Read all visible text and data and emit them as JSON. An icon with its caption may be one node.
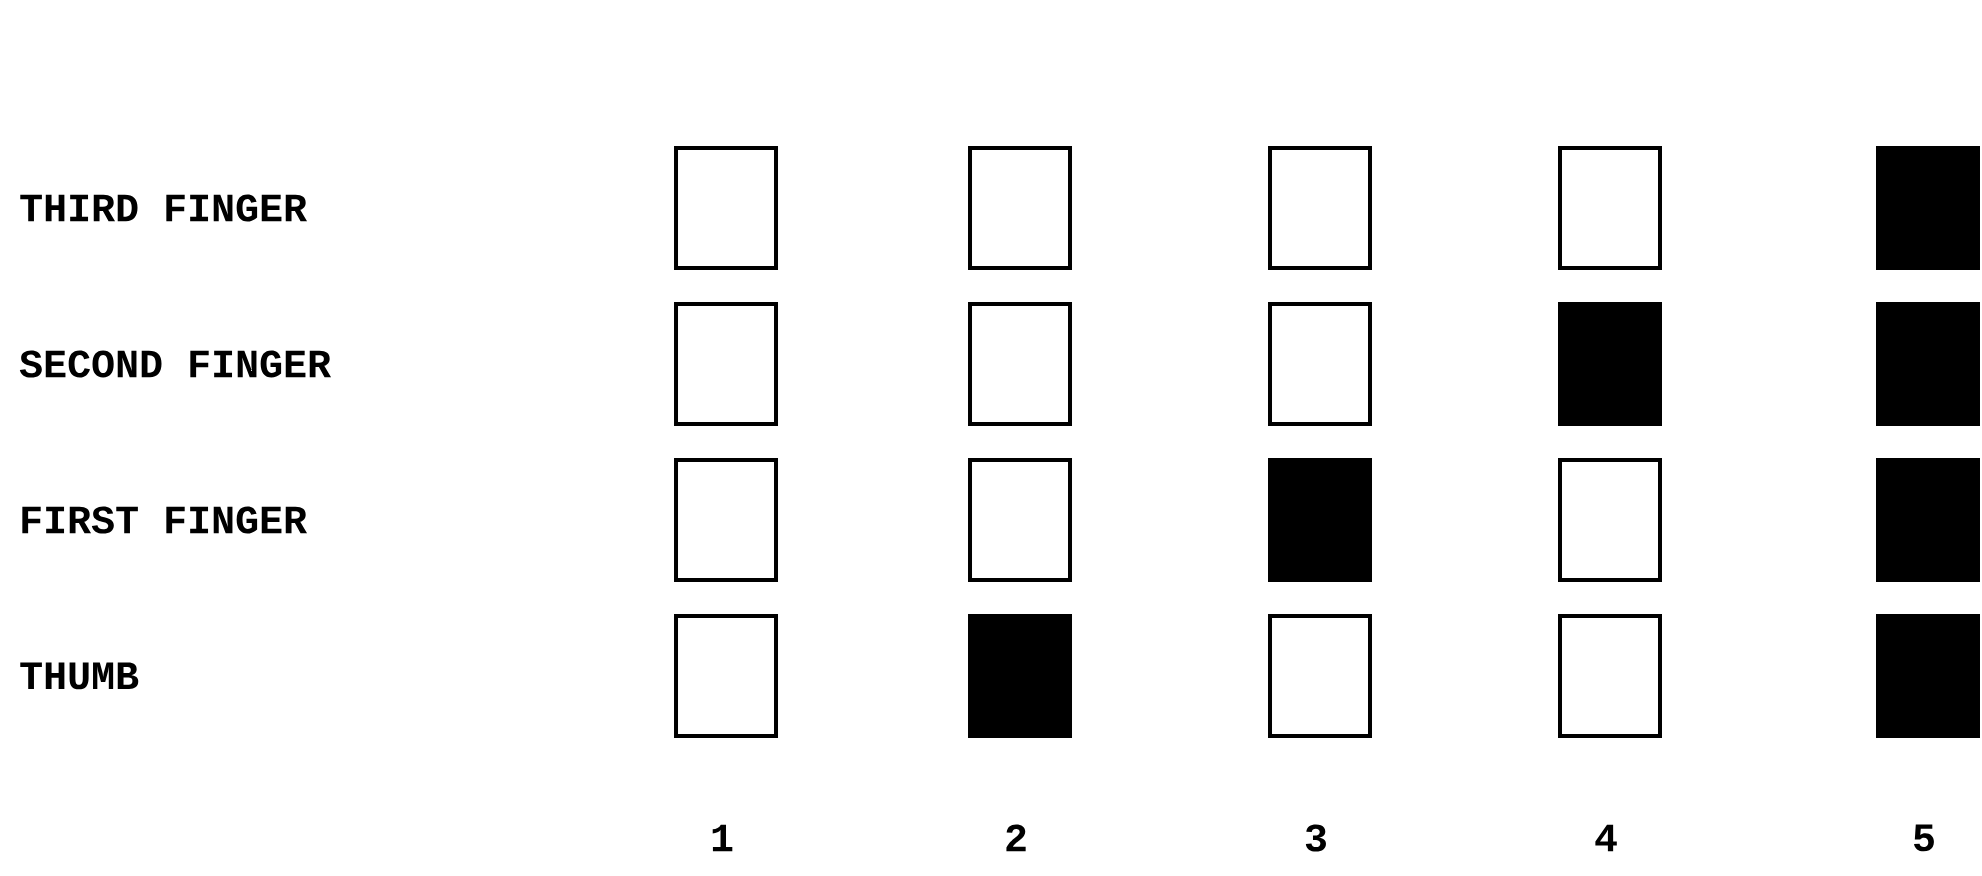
{
  "diagram": {
    "nodes": [
      {
        "text": [],
        "shape": "box"
      },
      {
        "text": [],
        "shape": "box"
      },
      {
        "text": [],
        "shape": "box"
      },
      {
        "text": [],
        "shape": "box"
      },
      {
        "text": [],
        "shape": "block"
      },
      {
        "text": [],
        "shape": "box"
      },
      {
        "text": [],
        "shape": "box"
      },
      {
        "text": [],
        "shape": "box"
      },
      {
        "text": [],
        "shape": "block"
      },
      {
        "text": [],
        "shape": "block"
      },
      {
        "text": [],
        "shape": "box"
      },
      {
        "text": [],
        "shape": "box"
      },
      {
        "text": [],
        "shape": "block"
      },
      {
        "text": [],
        "shape": "box"
      },
      {
        "text": [],
        "shape": "block"
      },
      {
        "text": [],
        "shape": "box"
      },
      {
        "text": [],
        "shape": "block"
      },
      {
        "text": [],
        "shape": "box"
      },
      {
        "text": [],
        "shape": "box"
      },
      {
        "text": [],
        "shape": "block"
      }
    ],
    "labels": [
      "THIRD FINGER",
      "SECOND FINGER",
      "FIRST FINGER",
      "THUMB",
      "1",
      "2",
      "3",
      "4",
      "5"
    ]
  }
}
